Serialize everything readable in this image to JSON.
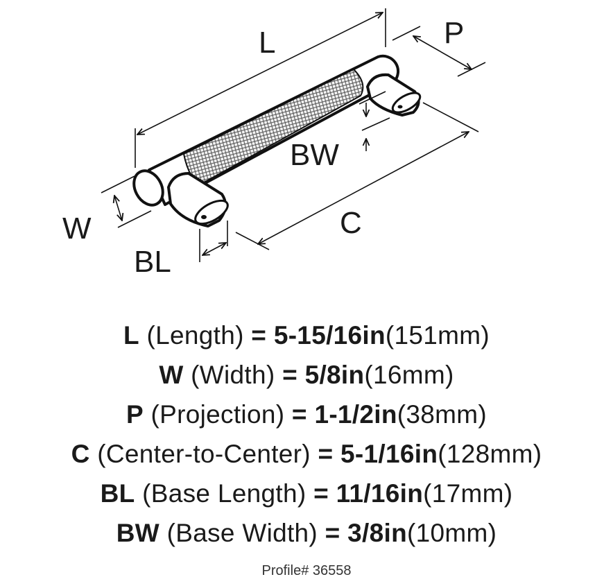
{
  "diagram": {
    "labels": {
      "L": "L",
      "P": "P",
      "BW": "BW",
      "W": "W",
      "C": "C",
      "BL": "BL"
    }
  },
  "specs": [
    {
      "key": "L",
      "desc": "(Length)",
      "eq": "=",
      "imperial": "5-15/16in",
      "metric": "(151mm)"
    },
    {
      "key": "W",
      "desc": "(Width)",
      "eq": "=",
      "imperial": "5/8in",
      "metric": "(16mm)"
    },
    {
      "key": "P",
      "desc": "(Projection)",
      "eq": "=",
      "imperial": "1-1/2in",
      "metric": "(38mm)"
    },
    {
      "key": "C",
      "desc": "(Center-to-Center)",
      "eq": "=",
      "imperial": "5-1/16in",
      "metric": "(128mm)"
    },
    {
      "key": "BL",
      "desc": "(Base Length)",
      "eq": "=",
      "imperial": "11/16in",
      "metric": "(17mm)"
    },
    {
      "key": "BW",
      "desc": "(Base Width)",
      "eq": "=",
      "imperial": "3/8in",
      "metric": "(10mm)"
    }
  ],
  "profile": "Profile# 36558"
}
